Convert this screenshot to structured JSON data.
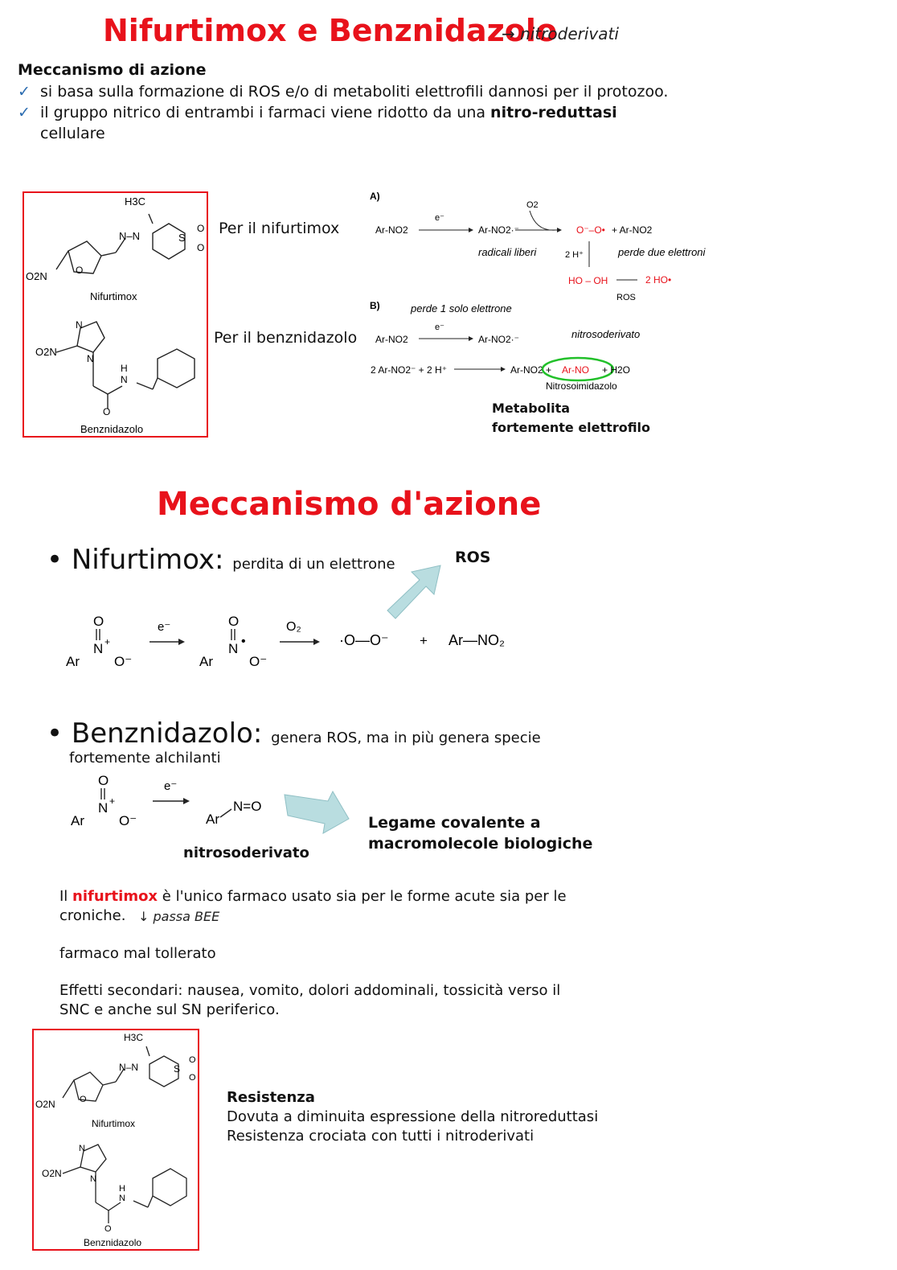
{
  "section1": {
    "title": "Nifurtimox e Benznidazolo",
    "title_note": "→ nitroderivati",
    "heading": "Meccanismo di azione",
    "bullets": [
      {
        "check": "✓",
        "text": "si basa sulla formazione di ROS e/o di metaboliti elettrofili dannosi per il protozoo."
      },
      {
        "check": "✓",
        "text_a": "il gruppo nitrico di entrambi i farmaci viene ridotto da una ",
        "text_bold": "nitro-reduttasi",
        "text_b": " cellulare"
      }
    ],
    "structures": {
      "nifurtimox_label": "Nifurtimox",
      "benznidazolo_label": "Benznidazolo",
      "h3c": "H3C",
      "n_n": "N–N",
      "s": "S",
      "o": "O",
      "o2n": "O2N",
      "n": "N",
      "h": "H"
    },
    "label_nifurtimox": "Per il nifurtimox",
    "label_benznidazolo": "Per il benznidazolo",
    "scheme": {
      "a_label": "A)",
      "b_label": "B)",
      "arno2": "Ar-NO2",
      "radical": "Ar-NO2·⁻",
      "electron": "e⁻",
      "o2": "O2",
      "superoxide": "O⁻–O•",
      "plus_arno2": "+ Ar-NO2",
      "two_h": "2 H⁺",
      "perde_due": "perde due elettroni",
      "radicali_liberi": "radicali liberi",
      "hooh": "HO – OH",
      "two_ho": "2 HO•",
      "ros": "ROS",
      "perde_uno": "perde 1 solo elettrone",
      "nitrosoderivato_note": "nitrosoderivato",
      "b_left": "2 Ar-NO2⁻ + 2 H⁺",
      "b_right_a": "Ar-NO2 +",
      "b_arno": "Ar-NO",
      "b_right_b": "+ H2O",
      "nitrosoimidazolo": "Nitrosoimidazolo",
      "metabolita": "Metabolita",
      "elettrofilo": "fortemente elettrofilo"
    }
  },
  "section2": {
    "title": "Meccanismo d'azione",
    "nif_name": "Nifurtimox:",
    "nif_desc": "perdita di un elettrone",
    "ros": "ROS",
    "benz_name": "Benznidazolo:",
    "benz_desc": "genera ROS, ma in più genera specie",
    "benz_desc2": "fortemente alchilanti",
    "electron": "e⁻",
    "o2": "O₂",
    "ar": "Ar",
    "n_plus": "N",
    "o": "O",
    "o_minus": "O⁻",
    "superoxide": "·O—O⁻",
    "plus": "+",
    "arno2": "Ar—NO₂",
    "n_eq_o": "N=O",
    "nitrosoderivato": "nitrosoderivato",
    "legame1": "Legame covalente a",
    "legame2": "macromolecole biologiche"
  },
  "section3": {
    "line1_a": "Il ",
    "line1_red": "nifurtimox",
    "line1_b": " è l'unico farmaco usato sia per le forme acute sia per le",
    "line2": "croniche.",
    "passa_bee": "↓ passa BEE",
    "mal_tollerato": "farmaco mal tollerato",
    "effetti1": "Effetti secondari: nausea, vomito, dolori addominali, tossicità verso il",
    "effetti2": "SNC e anche sul SN periferico.",
    "resistenza_title": "Resistenza",
    "resistenza1": "Dovuta a diminuita espressione della nitroreduttasi",
    "resistenza2": "Resistenza crociata con tutti i nitroderivati"
  }
}
